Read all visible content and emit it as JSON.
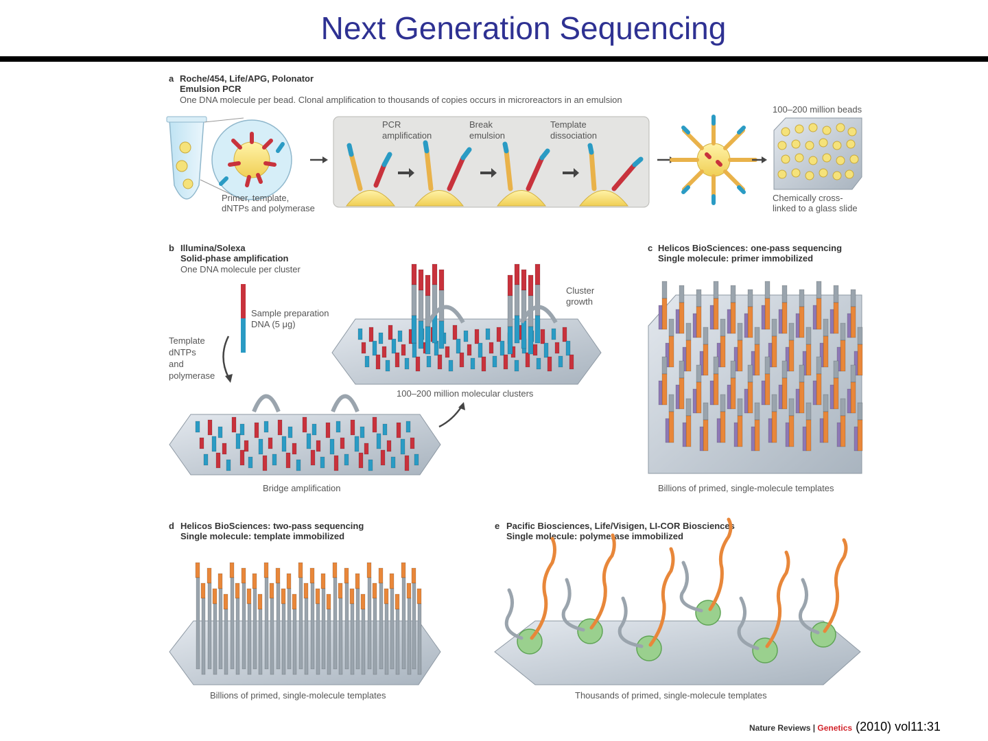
{
  "title": "Next Generation Sequencing",
  "panels": {
    "a": {
      "letter": "a",
      "heading1": "Roche/454, Life/APG, Polonator",
      "heading2": "Emulsion PCR",
      "description": "One DNA molecule per bead. Clonal amplification to thousands of copies occurs in microreactors in an emulsion",
      "tube_label_1": "Primer, template,",
      "tube_label_2": "dNTPs and polymerase",
      "step1_1": "PCR",
      "step1_2": "amplification",
      "step2_1": "Break",
      "step2_2": "emulsion",
      "step3_1": "Template",
      "step3_2": "dissociation",
      "beads_label": "100–200 million beads",
      "slide_label_1": "Chemically cross-",
      "slide_label_2": "linked to a glass slide"
    },
    "b": {
      "letter": "b",
      "heading1": "Illumina/Solexa",
      "heading2": "Solid-phase amplification",
      "description": "One DNA molecule per cluster",
      "sample_1": "Sample preparation",
      "sample_2": "DNA (5 μg)",
      "reagents_1": "Template",
      "reagents_2": "dNTPs",
      "reagents_3": "and",
      "reagents_4": "polymerase",
      "cluster_1": "Cluster",
      "cluster_2": "growth",
      "clusters_caption": "100–200 million molecular clusters",
      "bridge_caption": "Bridge amplification"
    },
    "c": {
      "letter": "c",
      "heading1": "Helicos BioSciences: one-pass sequencing",
      "heading2": "Single molecule: primer immobilized",
      "caption": "Billions of primed, single-molecule templates"
    },
    "d": {
      "letter": "d",
      "heading1": "Helicos BioSciences: two-pass sequencing",
      "heading2": "Single molecule: template immobilized",
      "caption": "Billions of primed, single-molecule templates"
    },
    "e": {
      "letter": "e",
      "heading1": "Pacific Biosciences, Life/Visigen, LI-COR Biosciences",
      "heading2": "Single molecule: polymerase immobilized",
      "caption": "Thousands of primed, single-molecule templates"
    }
  },
  "citation": {
    "journal": "Nature Reviews",
    "separator": " | ",
    "section": "Genetics",
    "reference": "(2010) vol11:31"
  },
  "colors": {
    "title": "#2e3192",
    "dna_red": "#c8323c",
    "dna_blue": "#2a9bc4",
    "dna_orange": "#e8873a",
    "dna_purple": "#8e78b4",
    "bead_yellow": "#f5e27a",
    "polymerase_green": "#9ad08e",
    "slide_gray": "#b8c2cc"
  }
}
